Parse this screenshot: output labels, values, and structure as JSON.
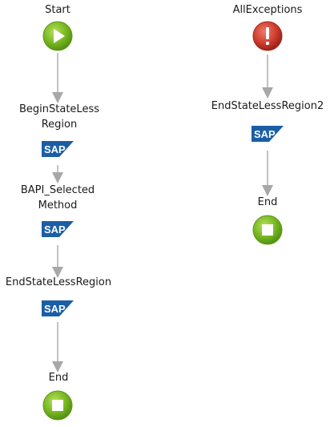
{
  "flows": {
    "left": {
      "start_label": "Start",
      "begin_region_line1": "BeginStateLess",
      "begin_region_line2": "Region",
      "bapi_line1": "BAPI_Selected",
      "bapi_line2": "Method",
      "end_region_label": "EndStateLessRegion",
      "end_label": "End"
    },
    "right": {
      "exceptions_label": "AllExceptions",
      "end_region2_label": "EndStateLessRegion2",
      "end_label": "End"
    }
  },
  "icons": {
    "start": "play-icon",
    "exception": "exclamation-icon",
    "end": "stop-icon",
    "sap": "sap-logo-icon"
  },
  "sap_logo_text": "SAP",
  "colors": {
    "start_green": "#6fae1a",
    "exception_red": "#c8332a",
    "sap_blue": "#1b5ea6",
    "arrow_gray": "#a8a8a8"
  }
}
